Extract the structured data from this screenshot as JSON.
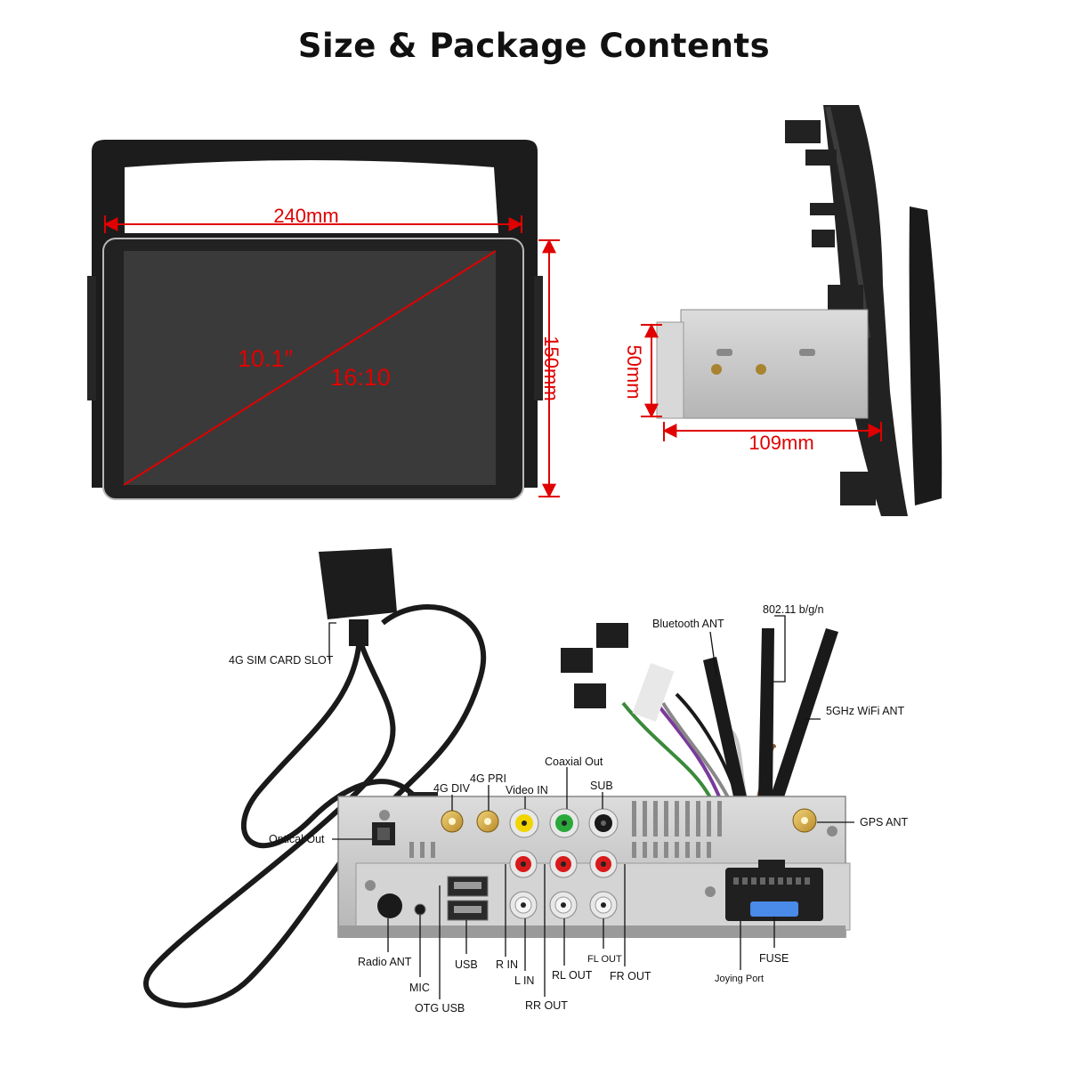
{
  "title": "Size & Package Contents",
  "dimensions": {
    "width": "240mm",
    "height": "150mm",
    "diagonal": "10.1″",
    "ratio": "16:10",
    "chassis_height": "50mm",
    "chassis_depth": "109mm"
  },
  "ports": {
    "sim": "4G SIM CARD SLOT",
    "optical": "Optical Out",
    "div4g": "4G DIV",
    "pri4g": "4G PRI",
    "video_in": "Video IN",
    "coaxial": "Coaxial Out",
    "sub": "SUB",
    "bluetooth": "Bluetooth ANT",
    "wifi24": "802.11 b/g/n",
    "wifi5": "5GHz WiFi ANT",
    "gps": "GPS ANT",
    "radio": "Radio ANT",
    "mic": "MIC",
    "otg": "OTG USB",
    "usb": "USB",
    "r_in": "R IN",
    "l_in": "L IN",
    "rr_out": "RR OUT",
    "rl_out": "RL OUT",
    "fl_out": "FL OUT",
    "fr_out": "FR OUT",
    "joying": "Joying Port",
    "fuse": "FUSE"
  },
  "colors": {
    "measure": "#e00000",
    "screen": "#3a3a3a",
    "frame": "#1e1e1e",
    "chassis": "#c9c9c9"
  }
}
